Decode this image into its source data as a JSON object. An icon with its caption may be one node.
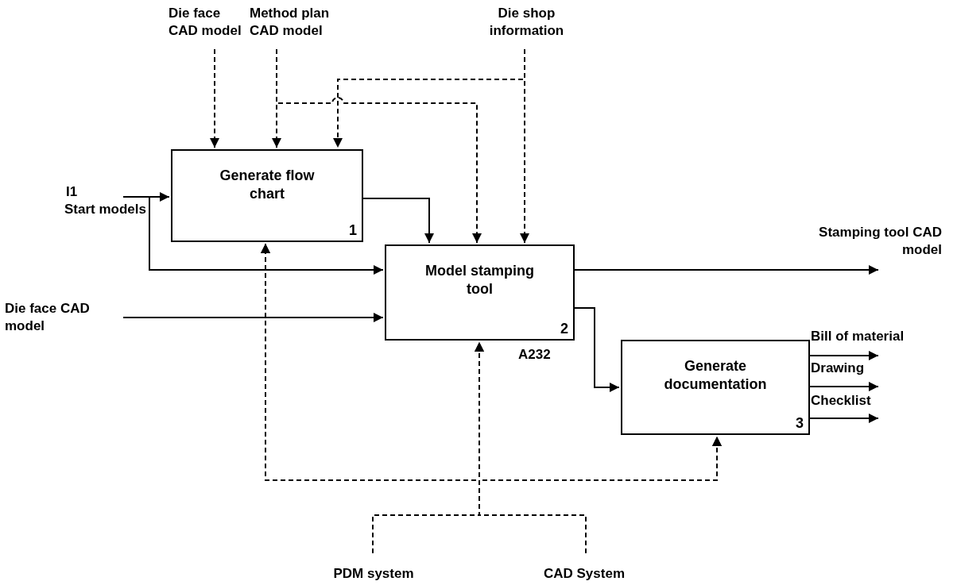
{
  "diagram": {
    "nodes": [
      {
        "text": [
          "Generate flow chart",
          "1"
        ]
      },
      {
        "text": [
          "Model stamping tool",
          "2"
        ]
      },
      {
        "text": [
          "Generate documentation",
          "3"
        ]
      },
      {
        "text": [
          "Die face CAD model"
        ]
      },
      {
        "text": [
          "Method plan CAD model"
        ]
      },
      {
        "text": [
          "Die shop information"
        ]
      },
      {
        "text": [
          "I1",
          "Start models"
        ]
      },
      {
        "text": [
          "Die face CAD model"
        ]
      },
      {
        "text": [
          "Stamping tool CAD model"
        ]
      },
      {
        "text": [
          "Bill of material"
        ]
      },
      {
        "text": [
          "Drawing"
        ]
      },
      {
        "text": [
          "Checklist"
        ]
      },
      {
        "text": [
          "PDM system"
        ]
      },
      {
        "text": [
          "CAD System"
        ]
      }
    ],
    "edges": [
      {
        "from": 3,
        "to": 0,
        "arrow": "to",
        "style": "dashed"
      },
      {
        "from": 4,
        "to": 0,
        "arrow": "to",
        "style": "dashed"
      },
      {
        "from": 4,
        "to": 1,
        "arrow": "to",
        "style": "dashed"
      },
      {
        "from": 5,
        "to": 0,
        "arrow": "to",
        "style": "dashed"
      },
      {
        "from": 5,
        "to": 1,
        "arrow": "to",
        "style": "dashed"
      },
      {
        "from": 6,
        "to": 0,
        "arrow": "to"
      },
      {
        "from": 6,
        "to": 1,
        "arrow": "to"
      },
      {
        "from": 7,
        "to": 1,
        "arrow": "to"
      },
      {
        "from": 0,
        "to": 1,
        "arrow": "to"
      },
      {
        "from": 1,
        "to": 8,
        "arrow": "to"
      },
      {
        "from": 1,
        "to": 2,
        "arrow": "to"
      },
      {
        "from": 2,
        "to": 9,
        "arrow": "to"
      },
      {
        "from": 2,
        "to": 10,
        "arrow": "to"
      },
      {
        "from": 2,
        "to": 11,
        "arrow": "to"
      },
      {
        "from": 12,
        "to": 1,
        "arrow": "to",
        "style": "dashed"
      },
      {
        "from": 13,
        "to": 1,
        "arrow": "to",
        "style": "dashed"
      },
      {
        "from": 12,
        "to": 0,
        "arrow": "to",
        "style": "dashed"
      },
      {
        "from": 13,
        "to": 0,
        "arrow": "to",
        "style": "dashed"
      },
      {
        "from": 12,
        "to": 2,
        "arrow": "to",
        "style": "dashed"
      },
      {
        "from": 13,
        "to": 2,
        "arrow": "to",
        "style": "dashed"
      }
    ],
    "labels": [
      "A232"
    ]
  }
}
